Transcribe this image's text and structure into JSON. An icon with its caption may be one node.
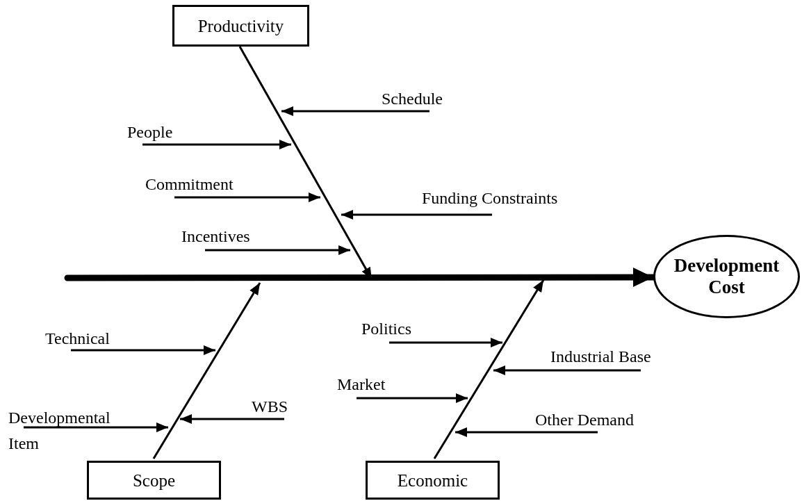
{
  "diagram": {
    "nodes": [
      {
        "text": [
          "Productivity"
        ]
      },
      {
        "text": [
          "Schedule"
        ]
      },
      {
        "text": [
          "People"
        ]
      },
      {
        "text": [
          "Commitment"
        ]
      },
      {
        "text": [
          "Funding Constraints"
        ]
      },
      {
        "text": [
          "Incentives"
        ]
      },
      {
        "text": [
          "Development Cost"
        ]
      },
      {
        "text": [
          "Politics"
        ]
      },
      {
        "text": [
          "Technical"
        ]
      },
      {
        "text": [
          "Industrial Base"
        ]
      },
      {
        "text": [
          "Market"
        ]
      },
      {
        "text": [
          "WBS"
        ]
      },
      {
        "text": [
          "Developmental Item"
        ]
      },
      {
        "text": [
          "Other Demand"
        ]
      },
      {
        "text": [
          "Scope"
        ]
      },
      {
        "text": [
          "Economic"
        ]
      }
    ],
    "edges": [
      {
        "from": null,
        "to": 6,
        "arrow": "to",
        "style": "thick"
      },
      {
        "from": 0,
        "to": null,
        "arrow": "to"
      },
      {
        "from": 14,
        "to": null,
        "arrow": "to"
      },
      {
        "from": 15,
        "to": null,
        "arrow": "to"
      },
      {
        "from": 1,
        "to": null,
        "arrow": "to"
      },
      {
        "from": 2,
        "to": null,
        "arrow": "to"
      },
      {
        "from": 3,
        "to": null,
        "arrow": "to"
      },
      {
        "from": 4,
        "to": null,
        "arrow": "to"
      },
      {
        "from": 5,
        "to": null,
        "arrow": "to"
      },
      {
        "from": 7,
        "to": null,
        "arrow": "to"
      },
      {
        "from": 8,
        "to": null,
        "arrow": "to"
      },
      {
        "from": 9,
        "to": null,
        "arrow": "to"
      },
      {
        "from": 10,
        "to": null,
        "arrow": "to"
      },
      {
        "from": 11,
        "to": null,
        "arrow": "to"
      },
      {
        "from": 12,
        "to": null,
        "arrow": "to"
      },
      {
        "from": 13,
        "to": null,
        "arrow": "to"
      }
    ]
  }
}
